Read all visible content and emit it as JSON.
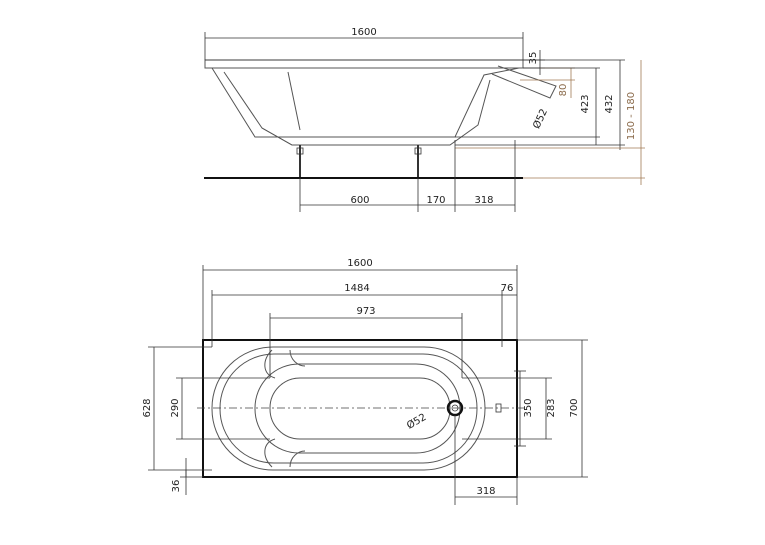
{
  "side_view": {
    "dims": {
      "length": "1600",
      "rim_height": "35",
      "overflow_height": "80",
      "drain_diameter": "Ø52",
      "depth_inner": "423",
      "depth_total": "432",
      "leg_range": "130 - 180",
      "leg_spacing": "600",
      "leg_to_drain": "170",
      "drain_offset": "318"
    }
  },
  "top_view": {
    "dims": {
      "length": "1600",
      "inner_length": "1484",
      "end_offset": "76",
      "bottom_length": "973",
      "drain_diameter": "Ø52",
      "drain_offset": "318",
      "width_total": "700",
      "width_inner": "628",
      "bottom_width": "290",
      "drain_width": "283",
      "drain_area": "350",
      "rim_offset": "36"
    }
  },
  "colors": {
    "line": "#333333",
    "accent": "#a07a55"
  }
}
